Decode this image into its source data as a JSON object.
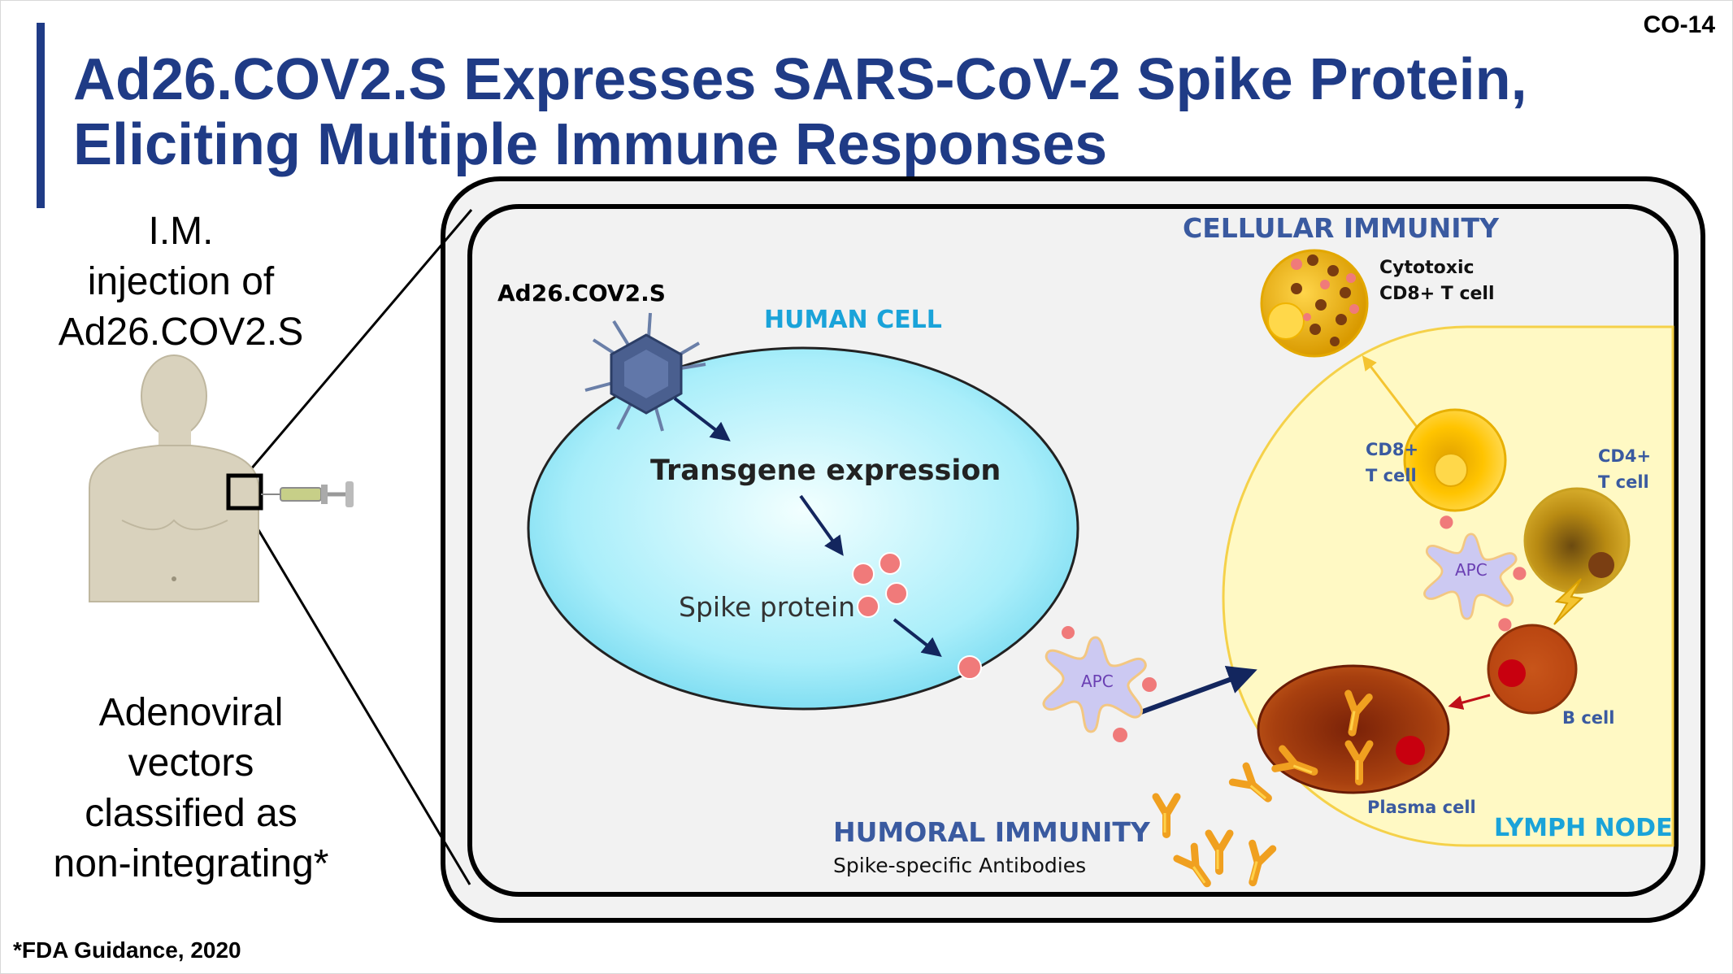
{
  "slide": {
    "number": "CO-14",
    "title_line1": "Ad26.COV2.S Expresses SARS-CoV-2 Spike Protein,",
    "title_line2": "Eliciting Multiple Immune Responses",
    "footnote": "*FDA Guidance, 2020"
  },
  "left_panel": {
    "injection_lines": [
      "I.M.",
      "injection of",
      "Ad26.COV2.S"
    ],
    "vector_lines": [
      "Adenoviral",
      "vectors",
      "classified as",
      "non-integrating*"
    ]
  },
  "diagram": {
    "vaccine_label": "Ad26.COV2.S",
    "human_cell_label": "HUMAN CELL",
    "transgene_label": "Transgene expression",
    "spike_label": "Spike protein",
    "apc_label": "APC",
    "cellular_immunity_label": "CELLULAR IMMUNITY",
    "cytotoxic_line1": "Cytotoxic",
    "cytotoxic_line2": "CD8+ T cell",
    "cd8_line1": "CD8+",
    "cd8_line2": "T cell",
    "cd4_line1": "CD4+",
    "cd4_line2": "T cell",
    "b_cell_label": "B cell",
    "plasma_cell_label": "Plasma cell",
    "lymph_node_label": "LYMPH NODE",
    "humoral_immunity_label": "HUMORAL IMMUNITY",
    "antibodies_label": "Spike-specific Antibodies"
  },
  "colors": {
    "title": "#1f3b86",
    "accent_bar": "#1f3b86",
    "human_cell_label": "#1aa3d9",
    "immunity_labels": "#3a5aa0",
    "spike": "#f07a7a",
    "apc_fill": "#c9c8f0",
    "lymph_node_fill": "#fff9c4"
  }
}
